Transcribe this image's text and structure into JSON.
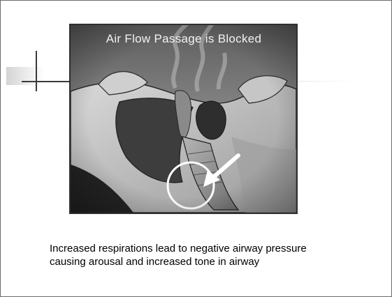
{
  "slide": {
    "illustration": {
      "title_text": "Air Flow Passage is Blocked",
      "subject": "airway obstruction illustration",
      "marker_icons": [
        "circle-highlight-icon",
        "arrow-pointer-icon"
      ]
    },
    "caption": "Increased respirations lead to negative airway pressure causing arousal and increased tone in airway"
  },
  "colors": {
    "frame_border": "#6b6b6b",
    "illustration_border": "#2f2f2f",
    "title_text": "#f2f2f2",
    "caption_text": "#000000"
  }
}
